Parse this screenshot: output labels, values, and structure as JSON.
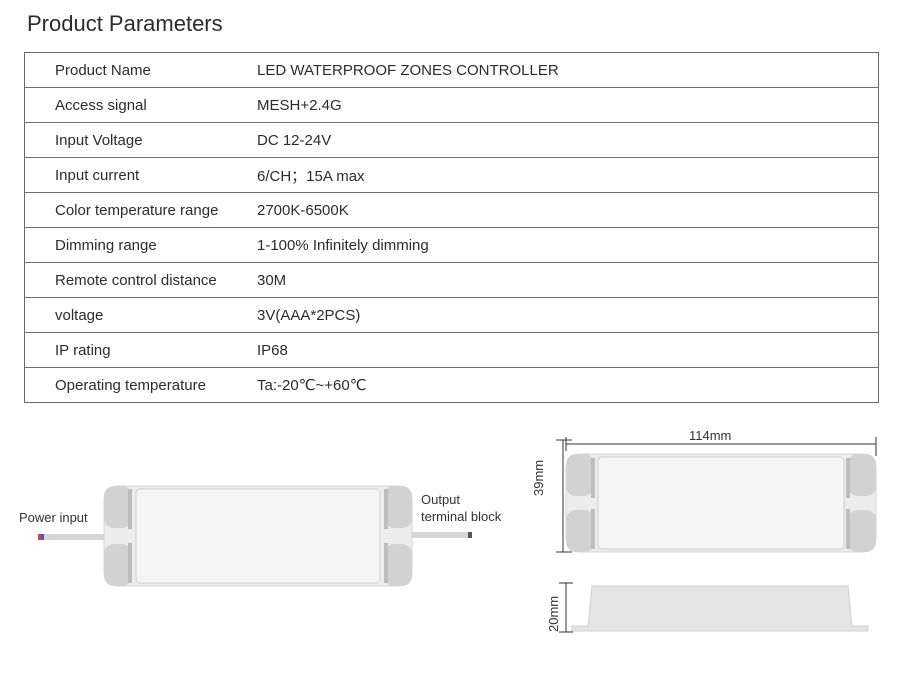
{
  "title": "Product Parameters",
  "params": [
    {
      "label": "Product Name",
      "value": "LED WATERPROOF ZONES CONTROLLER"
    },
    {
      "label": "Access signal",
      "value": "MESH+2.4G"
    },
    {
      "label": "Input Voltage",
      "value": "DC 12-24V"
    },
    {
      "label": "Input current",
      "value": "6/CH；15A max"
    },
    {
      "label": "Color temperature range",
      "value": "2700K-6500K"
    },
    {
      "label": "Dimming range",
      "value": "1-100% Infinitely dimming"
    },
    {
      "label": "Remote control distance",
      "value": "30M"
    },
    {
      "label": "voltage",
      "value": "3V(AAA*2PCS)"
    },
    {
      "label": "IP rating",
      "value": "IP68"
    },
    {
      "label": "Operating temperature",
      "value": "Ta:-20℃~+60℃"
    }
  ],
  "diagram": {
    "power_input": "Power input",
    "output_line1": "Output",
    "output_line2": "terminal block",
    "length": "114mm",
    "width": "39mm",
    "height": "20mm"
  }
}
